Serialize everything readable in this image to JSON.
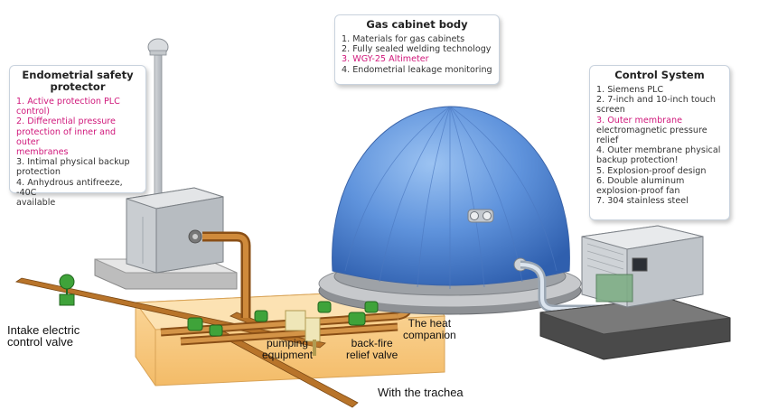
{
  "callouts": {
    "safety": {
      "title_line1": "Endometrial safety",
      "title_line2": "protector",
      "items": [
        {
          "text": "1. Active protection PLC",
          "hl": true
        },
        {
          "text": "control)",
          "hl": true
        },
        {
          "text": "2. Differential pressure",
          "hl": true
        },
        {
          "text": "protection of inner and outer",
          "hl": true
        },
        {
          "text": "membranes",
          "hl": true
        },
        {
          "text": "3. Intimal physical backup",
          "hl": false
        },
        {
          "text": "protection",
          "hl": false
        },
        {
          "text": "4. Anhydrous antifreeze, -40C",
          "hl": false
        },
        {
          "text": "available",
          "hl": false
        }
      ]
    },
    "gas": {
      "title": "Gas cabinet body",
      "items": [
        {
          "text": "1. Materials for gas cabinets",
          "hl": false
        },
        {
          "text": "2. Fully sealed welding technology",
          "hl": false
        },
        {
          "text": "3. WGY-25 Altimeter",
          "hl": true
        },
        {
          "text": "4. Endometrial leakage monitoring",
          "hl": false
        }
      ]
    },
    "control": {
      "title": "Control System",
      "items": [
        {
          "text": "1. Siemens PLC",
          "hl": false
        },
        {
          "text": "2. 7-inch and 10-inch touch",
          "hl": false
        },
        {
          "text": "screen",
          "hl": false
        },
        {
          "text": "3. Outer membrane",
          "hl": true
        },
        {
          "text": "electromagnetic pressure",
          "hl": false
        },
        {
          "text": "relief",
          "hl": false
        },
        {
          "text": "4. Outer membrane physical",
          "hl": false
        },
        {
          "text": "backup protection!",
          "hl": false
        },
        {
          "text": "5. Explosion-proof design",
          "hl": false
        },
        {
          "text": "6. Double aluminum",
          "hl": false
        },
        {
          "text": "explosion-proof fan",
          "hl": false
        },
        {
          "text": "7. 304 stainless steel",
          "hl": false
        }
      ]
    }
  },
  "labels": {
    "intake_line1": "Intake electric",
    "intake_line2": "control valve",
    "pumping_line1": "pumping",
    "pumping_line2": "equipment",
    "backfire_line1": "back-fire",
    "backfire_line2": "relief valve",
    "heat_line1": "The heat",
    "heat_line2": "companion",
    "trachea": "With the trachea"
  },
  "colors": {
    "dome": "#5b8fd8",
    "pit": "#f7c474",
    "pipe": "#b8742a",
    "valve": "#3fa33a",
    "highlight": "#d0187b"
  }
}
